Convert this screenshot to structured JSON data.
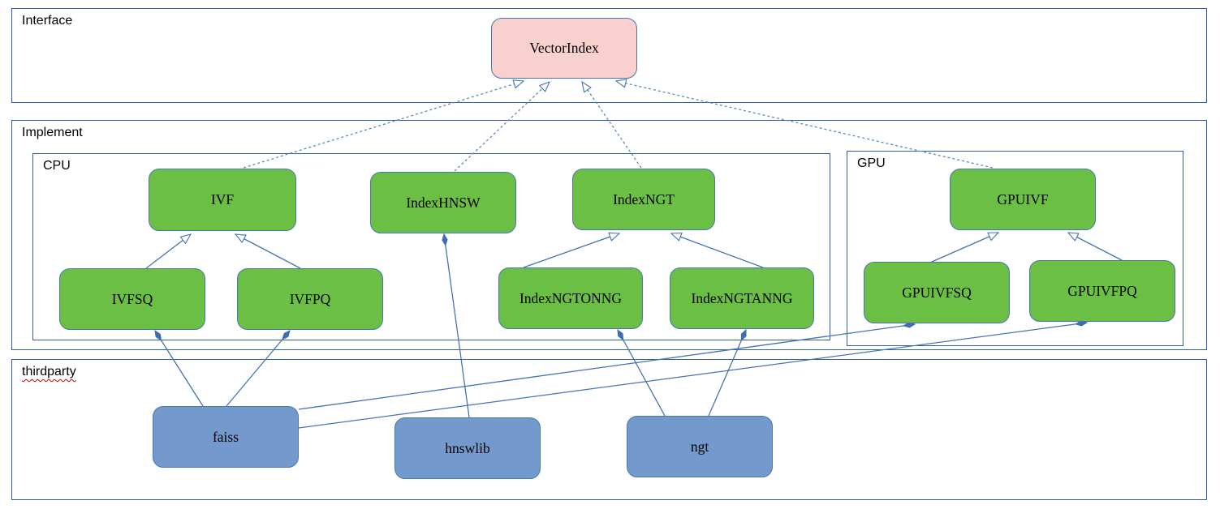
{
  "groups": {
    "interface": {
      "label": "Interface"
    },
    "implement": {
      "label": "Implement"
    },
    "cpu": {
      "label": "CPU"
    },
    "gpu": {
      "label": "GPU"
    },
    "thirdparty": {
      "label": "thirdparty"
    }
  },
  "nodes": {
    "vectorindex": {
      "label": "VectorIndex",
      "kind": "interface",
      "group": "interface"
    },
    "ivf": {
      "label": "IVF",
      "kind": "implementation",
      "group": "cpu"
    },
    "indexhnsw": {
      "label": "IndexHNSW",
      "kind": "implementation",
      "group": "cpu"
    },
    "indexngt": {
      "label": "IndexNGT",
      "kind": "implementation",
      "group": "cpu"
    },
    "ivfsq": {
      "label": "IVFSQ",
      "kind": "implementation",
      "group": "cpu"
    },
    "ivfpq": {
      "label": "IVFPQ",
      "kind": "implementation",
      "group": "cpu"
    },
    "indexngtonng": {
      "label": "IndexNGTONNG",
      "kind": "implementation",
      "group": "cpu"
    },
    "indexngtanng": {
      "label": "IndexNGTANNG",
      "kind": "implementation",
      "group": "cpu"
    },
    "gpuivf": {
      "label": "GPUIVF",
      "kind": "implementation",
      "group": "gpu"
    },
    "gpuivfsq": {
      "label": "GPUIVFSQ",
      "kind": "implementation",
      "group": "gpu"
    },
    "gpuivfpq": {
      "label": "GPUIVFPQ",
      "kind": "implementation",
      "group": "gpu"
    },
    "faiss": {
      "label": "faiss",
      "kind": "library",
      "group": "thirdparty"
    },
    "hnswlib": {
      "label": "hnswlib",
      "kind": "library",
      "group": "thirdparty"
    },
    "ngt": {
      "label": "ngt",
      "kind": "library",
      "group": "thirdparty"
    }
  },
  "edges": [
    {
      "from": "ivf",
      "to": "vectorindex",
      "type": "realization"
    },
    {
      "from": "indexhnsw",
      "to": "vectorindex",
      "type": "realization"
    },
    {
      "from": "indexngt",
      "to": "vectorindex",
      "type": "realization"
    },
    {
      "from": "gpuivf",
      "to": "vectorindex",
      "type": "realization"
    },
    {
      "from": "ivfsq",
      "to": "ivf",
      "type": "generalization"
    },
    {
      "from": "ivfpq",
      "to": "ivf",
      "type": "generalization"
    },
    {
      "from": "indexngtonng",
      "to": "indexngt",
      "type": "generalization"
    },
    {
      "from": "indexngtanng",
      "to": "indexngt",
      "type": "generalization"
    },
    {
      "from": "gpuivfsq",
      "to": "gpuivf",
      "type": "generalization"
    },
    {
      "from": "gpuivfpq",
      "to": "gpuivf",
      "type": "generalization"
    },
    {
      "from": "faiss",
      "to": "ivfsq",
      "type": "composition"
    },
    {
      "from": "faiss",
      "to": "ivfpq",
      "type": "composition"
    },
    {
      "from": "faiss",
      "to": "gpuivfsq",
      "type": "composition"
    },
    {
      "from": "faiss",
      "to": "gpuivfpq",
      "type": "composition"
    },
    {
      "from": "hnswlib",
      "to": "indexhnsw",
      "type": "composition"
    },
    {
      "from": "ngt",
      "to": "indexngtonng",
      "type": "composition"
    },
    {
      "from": "ngt",
      "to": "indexngtanng",
      "type": "composition"
    }
  ],
  "colors": {
    "interface_node_fill": "#f8d0ce",
    "implementation_node_fill": "#6cbf45",
    "library_node_fill": "#7499cd",
    "node_border": "#4a76ae",
    "group_border": "#2f5f9e",
    "connector": "#4474b4",
    "connector_dashed": "#5d87c4",
    "spellcheck_underline": "#cc0000"
  }
}
